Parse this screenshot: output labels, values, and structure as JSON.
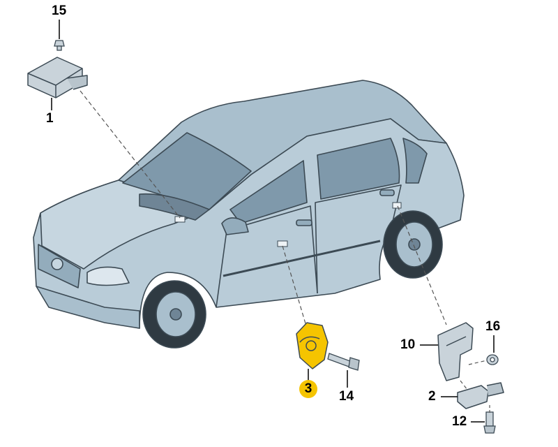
{
  "callouts": {
    "c1": "1",
    "c2": "2",
    "c3": "3",
    "c10": "10",
    "c12": "12",
    "c14": "14",
    "c15": "15",
    "c16": "16"
  },
  "colors": {
    "car_body": "#b9ccd8",
    "car_dark": "#93acbc",
    "window": "#7f99ab",
    "outline": "#3c4a54",
    "part_grey": "#c9d3da",
    "highlight_part": "#f5c400",
    "highlight_label": "#f5c400"
  }
}
